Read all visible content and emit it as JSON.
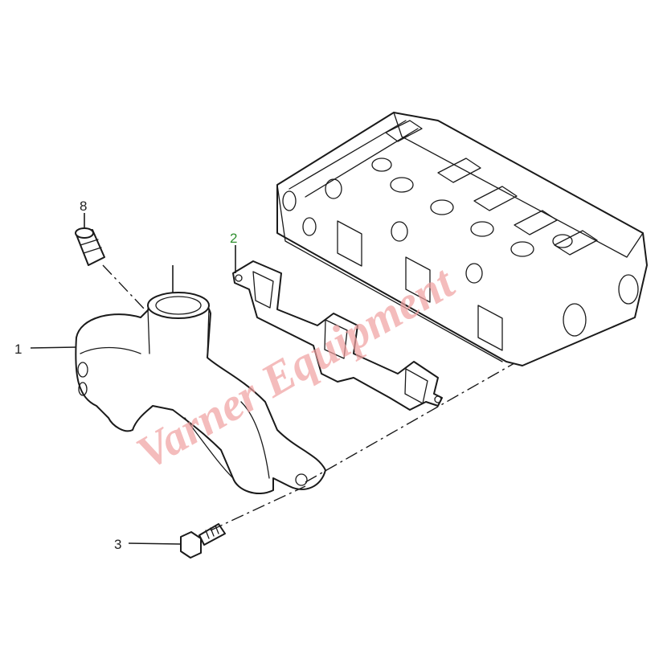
{
  "callouts": [
    {
      "id": "c1",
      "label": "1"
    },
    {
      "id": "c2",
      "label": "2"
    },
    {
      "id": "c3",
      "label": "3"
    },
    {
      "id": "c8",
      "label": "8"
    }
  ],
  "watermark": {
    "text": "Varner Equipment"
  },
  "colors": {
    "highlight": "#2f8f2f",
    "watermark": "#f0a0a0",
    "ink": "#1a1a1a"
  }
}
